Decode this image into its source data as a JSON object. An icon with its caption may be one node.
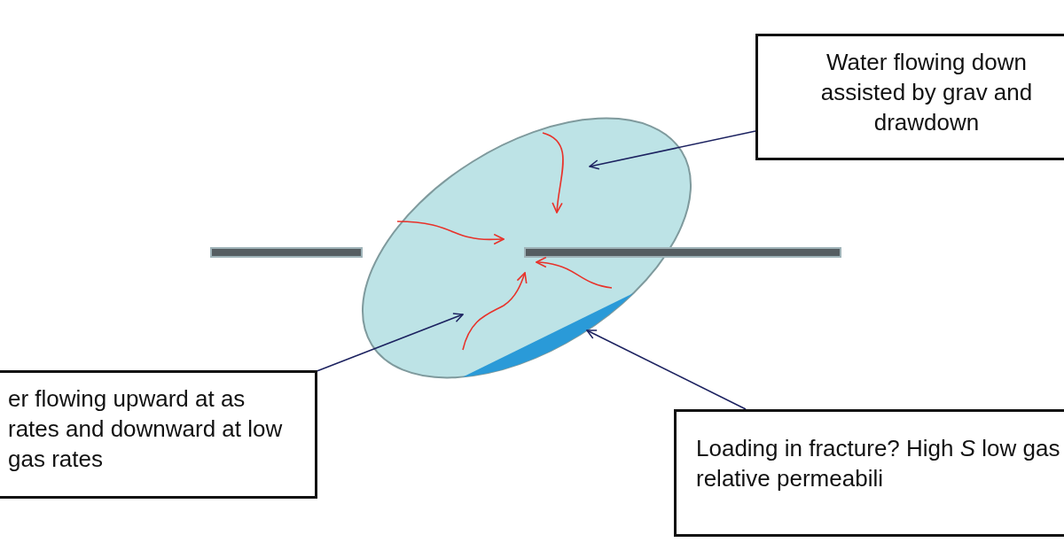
{
  "diagram": {
    "nodes": [
      {
        "text": [
          "Water flowing down assisted by grav and drawdown"
        ]
      },
      {
        "text": [
          "er flowing upward at as rates and downward at low gas rates"
        ]
      },
      {
        "text": [
          "Loading in fracture? High *S* low gas relative permeabili"
        ]
      },
      {
        "text": [],
        "shape": "ellipse"
      },
      {
        "text": [],
        "shape": "bar",
        "in": 3
      }
    ],
    "edges": [
      {
        "from": 0,
        "to": 3,
        "arrow": "to"
      },
      {
        "from": 1,
        "to": 3,
        "arrow": "to"
      },
      {
        "from": 2,
        "to": 4,
        "arrow": "to"
      }
    ]
  }
}
